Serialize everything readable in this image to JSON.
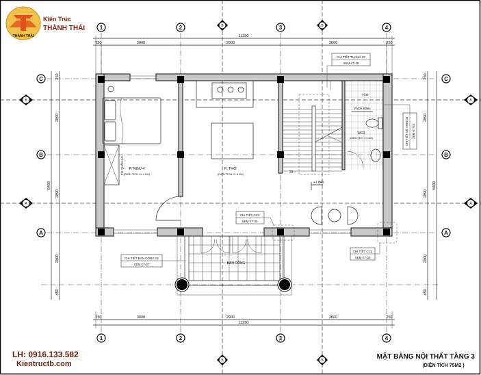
{
  "logo": {
    "line1": "Kiến Trúc",
    "line2": "THÀNH THÁI",
    "badge": "THÀNH THÁI"
  },
  "axes": {
    "columns": [
      "1",
      "2",
      "3",
      "4"
    ],
    "rows": [
      "C",
      "B",
      "A"
    ]
  },
  "sections": {
    "vertical": "B",
    "horizontal": "A"
  },
  "dimensions": {
    "horizontal_total": "11290",
    "horizontal": [
      "250",
      "3000",
      "2900",
      "3000",
      "250"
    ],
    "vertical_total": "8480",
    "vertical": [
      "250",
      "2890",
      "2890",
      "2800",
      "450"
    ]
  },
  "rooms": {
    "bedroom": {
      "name": "P. NGỦ 4",
      "area": "(DIỆN TÍCH 16.4 M2)"
    },
    "altar": {
      "name": "P. THỜ",
      "area": "(DIỆN TÍCH 21.6 M2)"
    },
    "wc": {
      "name": "WC3",
      "area": "(DIỆN TÍCH 4.6 M2)"
    },
    "balcony": {
      "name": "BAN CÔNG"
    }
  },
  "labels": {
    "wardrobe": "TỦ QUẦN ÁO",
    "shower": "TẮM",
    "glass": "VÁCH KÍNH",
    "stair_step": "23",
    "level": "+7.840"
  },
  "callouts": {
    "stair": {
      "title": "CHI TIẾT THANG 02",
      "ref": "XEM KT-38"
    },
    "cc4": {
      "title": "CHI TIẾT CC4",
      "ref": "XEM KT-30"
    },
    "balcony": {
      "title": "CHI TIẾT BAN CÔNG 02",
      "ref": "XEM KT-27"
    },
    "cc2": {
      "title": "CHI TIẾT CC2",
      "ref": "XEM KT-30"
    },
    "wc": {
      "title": "CHI TIẾT VỆ SINH 03",
      "ref": "XEM KT-43"
    }
  },
  "footer": {
    "contact": "LH: 0916.133.582",
    "website": "Kientructb.com",
    "title": "MẶT BẰNG NỘI THẤT TẦNG 3",
    "subtitle": "(DIỆN TÍCH 75M2 )"
  }
}
